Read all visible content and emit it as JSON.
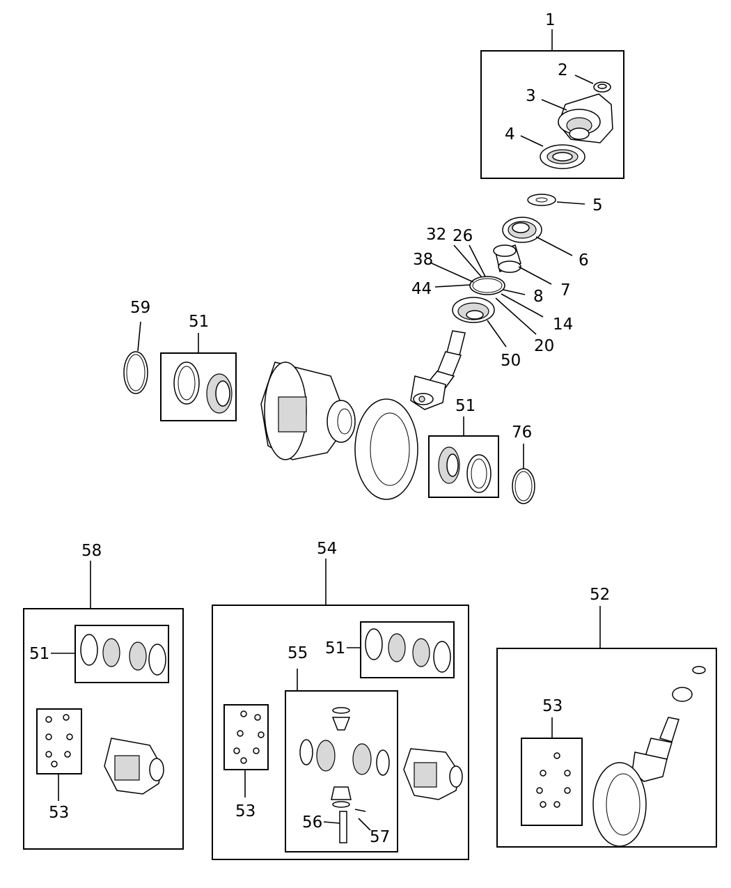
{
  "callouts": {
    "c1": "1",
    "c2": "2",
    "c3": "3",
    "c4": "4",
    "c5": "5",
    "c6": "6",
    "c7": "7",
    "c32": "32",
    "c26": "26",
    "c38": "38",
    "c44": "44",
    "c8": "8",
    "c14": "14",
    "c20": "20",
    "c50": "50",
    "c59": "59",
    "c51a": "51",
    "c51b": "51",
    "c76": "76",
    "c58": "58",
    "c51c": "51",
    "c53a": "53",
    "c54": "54",
    "c51d": "51",
    "c55": "55",
    "c53b": "53",
    "c56": "56",
    "c57": "57",
    "c52": "52",
    "c53c": "53"
  }
}
